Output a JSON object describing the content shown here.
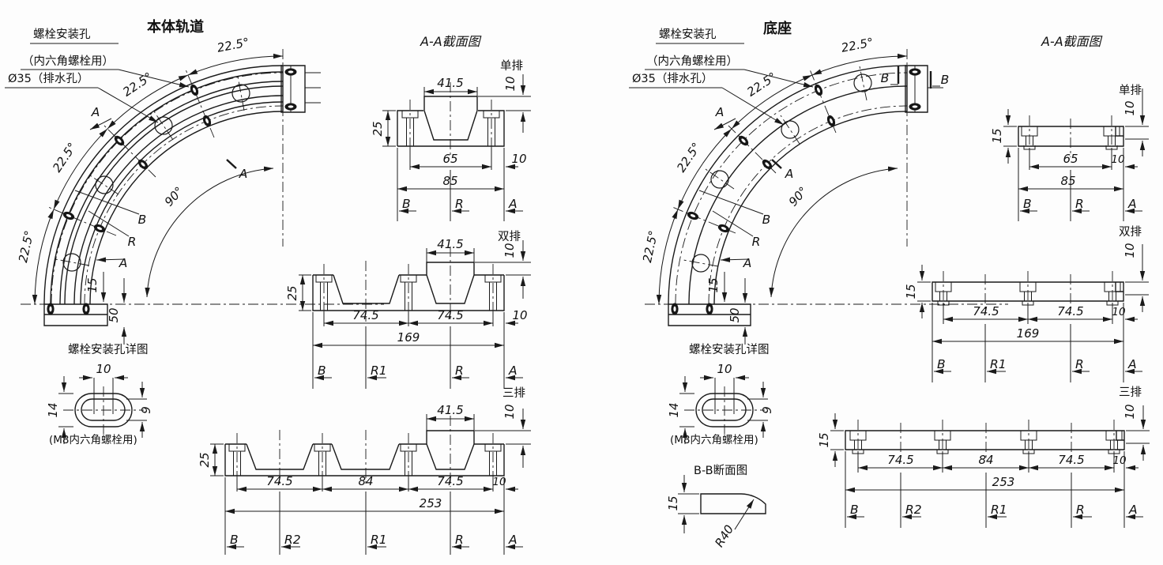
{
  "drawing_left": {
    "title": "本体轨道",
    "callout_bolt": "螺栓安装孔",
    "callout_hex": "（内六角螺栓用）",
    "callout_drain": "Ø35（排水孔）",
    "angle_22_5": "22.5°",
    "angle_90": "90°",
    "cut_label": "A",
    "ref_b": "B",
    "ref_r": "R",
    "ref_a": "A",
    "end_dim_15": "15",
    "end_dim_50": "50",
    "detail": {
      "title": "螺栓安装孔详图",
      "width": "10",
      "outer_h": "14",
      "inner_h": "9",
      "caption": "(M8内六角螺栓用)"
    },
    "section": {
      "title": "A-A截面图",
      "rows": [
        {
          "label": "单排",
          "rail_width": "41.5",
          "height": "25",
          "rail_offset": "10",
          "spans": [
            "65"
          ],
          "edge": "10",
          "total": "85",
          "refs": [
            "B",
            "R",
            "A"
          ]
        },
        {
          "label": "双排",
          "rail_width": "41.5",
          "height": "25",
          "rail_offset": "10",
          "spans": [
            "74.5",
            "74.5"
          ],
          "edge": "10",
          "total": "169",
          "refs": [
            "B",
            "R1",
            "R",
            "A"
          ]
        },
        {
          "label": "三排",
          "rail_width": "41.5",
          "height": "25",
          "rail_offset": "10",
          "spans": [
            "74.5",
            "84",
            "74.5"
          ],
          "edge": "10",
          "total": "253",
          "refs": [
            "B",
            "R2",
            "R1",
            "R",
            "A"
          ]
        }
      ]
    }
  },
  "drawing_right": {
    "title": "底座",
    "callout_bolt": "螺栓安装孔",
    "callout_hex": "（内六角螺栓用）",
    "callout_drain": "Ø35（排水孔）",
    "angle_22_5": "22.5°",
    "angle_90": "90°",
    "cut_label": "A",
    "cut_b": "B",
    "ref_b": "B",
    "ref_r": "R",
    "ref_a": "A",
    "end_dim_15": "15",
    "end_dim_50": "50",
    "detail": {
      "title": "螺栓安装孔详图",
      "width": "10",
      "outer_h": "14",
      "inner_h": "9",
      "caption": "(M8内六角螺栓用)"
    },
    "section": {
      "title": "A-A截面图",
      "rows": [
        {
          "label": "单排",
          "height": "15",
          "rail_offset": "10",
          "spans": [
            "65"
          ],
          "edge": "10",
          "total": "85",
          "refs": [
            "B",
            "R",
            "A"
          ]
        },
        {
          "label": "双排",
          "height": "15",
          "rail_offset": "10",
          "spans": [
            "74.5",
            "74.5"
          ],
          "edge": "10",
          "total": "169",
          "refs": [
            "B",
            "R1",
            "R",
            "A"
          ]
        },
        {
          "label": "三排",
          "height": "15",
          "rail_offset": "10",
          "spans": [
            "74.5",
            "84",
            "74.5"
          ],
          "edge": "10",
          "total": "253",
          "refs": [
            "B",
            "R2",
            "R1",
            "R",
            "A"
          ]
        }
      ]
    },
    "bb": {
      "title": "B-B断面图",
      "height": "15",
      "radius": "R40"
    }
  }
}
